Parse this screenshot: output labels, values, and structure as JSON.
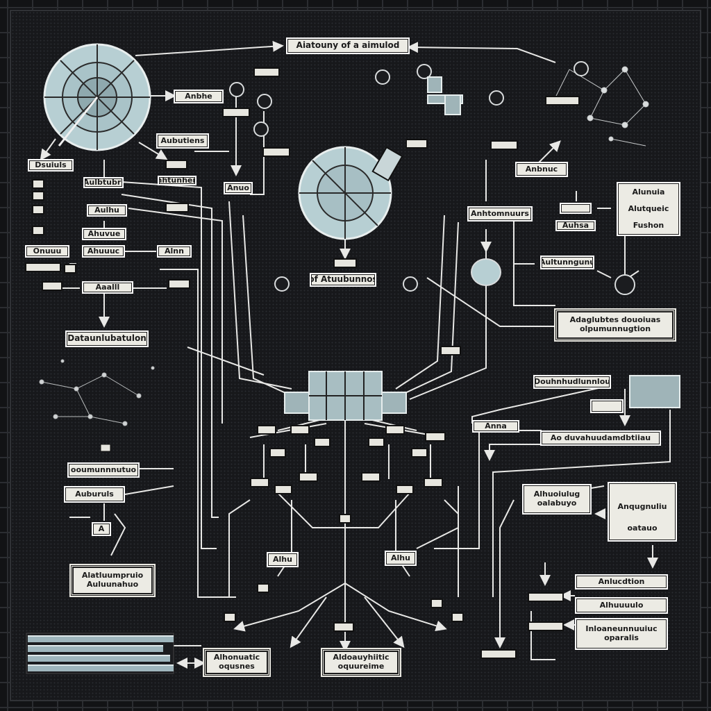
{
  "title": "Aiatouny of a aimulod",
  "labels": {
    "l_middle_top": "Anbhe",
    "l_a1": "Aubutiens",
    "l_a2": "Aulbtubri",
    "l_a3": "Anhtunhenn",
    "l_left1": "Dsuiuls",
    "l_left2": "Aulhu",
    "l_left3": "Ahuvue",
    "l_left4": "Onuuu",
    "l_left5": "Ahuuuc",
    "l_dataflow": "Dataunlubatulon",
    "l_center_mid": "Anuo",
    "l_center_banner": "of Atuubunnos",
    "l_right_stack1": "Alunuia",
    "l_right_stack2": "Alutqueic",
    "l_right_stack3": "Fushon",
    "l_mid_right1": "Anhtomnuurs",
    "l_mid_right2": "Auhsa",
    "l_mid_right3": "Anbnuc",
    "l_right_mid": "Aultunngunu",
    "l_right_box_line1": "Adaglubtes douoiuas",
    "l_right_box_line2": "olpumunnugtion",
    "l_dou": "Douhnhudlunnlou",
    "l_ana": "Anna",
    "l_descr": "Ao duvahuudamdbtiiau",
    "l_left_lower1": "ooumunnnutuo",
    "l_left_lower2": "Auburuls",
    "l_left_lower3": "A",
    "l_left_box_line1": "Alatluumpruio",
    "l_left_box_line2": "Auluunahuo",
    "l_lower_c1": "Alhu",
    "l_lower_c2": "Alhu",
    "l_right_low_line1": "Alhuoiulug",
    "l_right_low_line2": "oalabuyo",
    "l_right_table1": "",
    "l_right_table2": "Anqugnuliu",
    "l_right_table3": "oatauo",
    "l_right_b1": "Anlucdtion",
    "l_right_b2": "Alhuuuulo",
    "l_right_b3_line1": "Inloaneunnuuiuc",
    "l_right_b3_line2": "oparalis",
    "l_bottom1_line1": "Alhonuatic",
    "l_bottom1_line2": "oqusnes",
    "l_bottom2_line1": "Aldoauyhiitic",
    "l_bottom2_line2": "oquureime",
    "l_tiny1": "Alnn",
    "l_tiny2": "Aaalll"
  },
  "colors": {
    "background": "#121315",
    "label": "#ecebe4",
    "wire": "#e8e8e6",
    "accent": "#9fb4b8"
  },
  "icons": {
    "top_left": "cycle-pie-icon",
    "center": "segmented-wheel-icon",
    "top_right": "network-cloud-icon",
    "left_mid": "constellation-icon",
    "core": "server-block-icon"
  }
}
